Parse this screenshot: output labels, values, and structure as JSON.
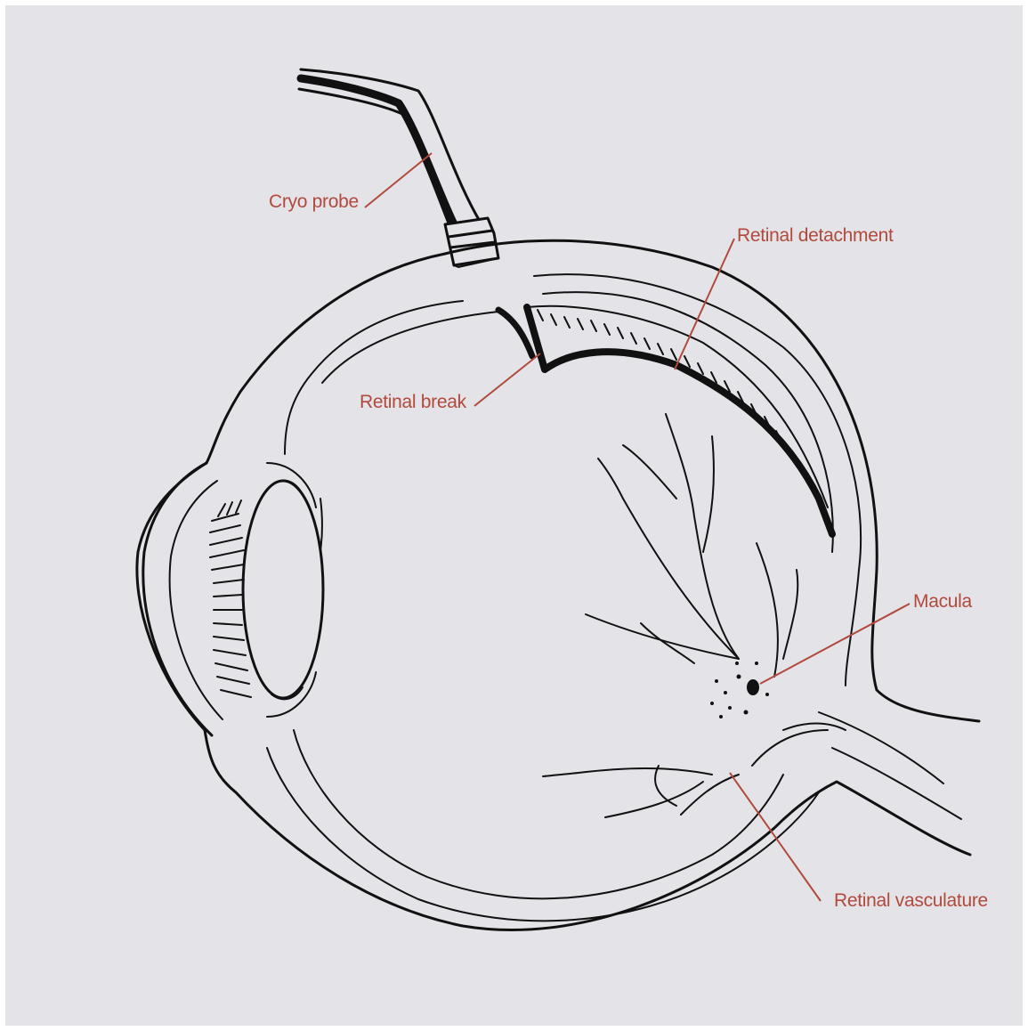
{
  "labels": {
    "cryo_probe": "Cryo probe",
    "retinal_detachment": "Retinal detachment",
    "retinal_break": "Retinal break",
    "macula": "Macula",
    "retinal_vasculature": "Retinal vasculature"
  },
  "colors": {
    "background": "#e4e3e8",
    "line_art": "#111111",
    "label_text": "#b14a3c",
    "leader_line": "#b14a3c"
  }
}
